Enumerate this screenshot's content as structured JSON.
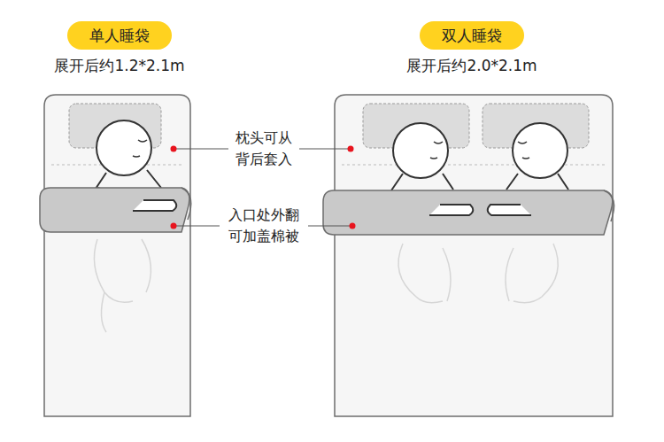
{
  "diagram": {
    "nodes": [
      {
        "text": [
          "单人睡袋"
        ]
      },
      {
        "text": [
          "双人睡袋"
        ]
      }
    ],
    "labels": [
      "展开后约1.2*2.1m",
      "展开后约2.0*2.1m",
      "枕头可从 背后套入",
      "入口处外翻 可加盖棉被"
    ]
  }
}
